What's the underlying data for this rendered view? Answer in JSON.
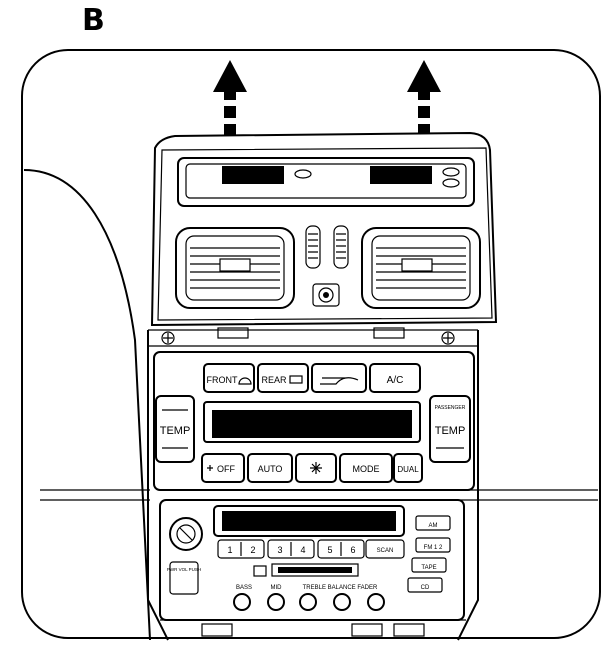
{
  "step": "B",
  "climate_panel": {
    "front": "FRONT",
    "rear": "REAR",
    "ac": "A/C",
    "temp_left": "TEMP",
    "temp_right": "TEMP",
    "passenger": "PASSENGER",
    "off": "OFF",
    "auto": "AUTO",
    "mode": "MODE",
    "dual": "DUAL"
  },
  "audio_panel": {
    "presets": [
      "1",
      "2",
      "3",
      "4",
      "5",
      "6"
    ],
    "scan": "SCAN",
    "am": "AM",
    "fm": "FM 1 2",
    "tape": "TAPE",
    "cd": "CD",
    "power_label": "PWR VOL PUSH",
    "bass": "BASS",
    "mid": "MID",
    "treble_balance_fader": "TREBLE BALANCE FADER"
  }
}
